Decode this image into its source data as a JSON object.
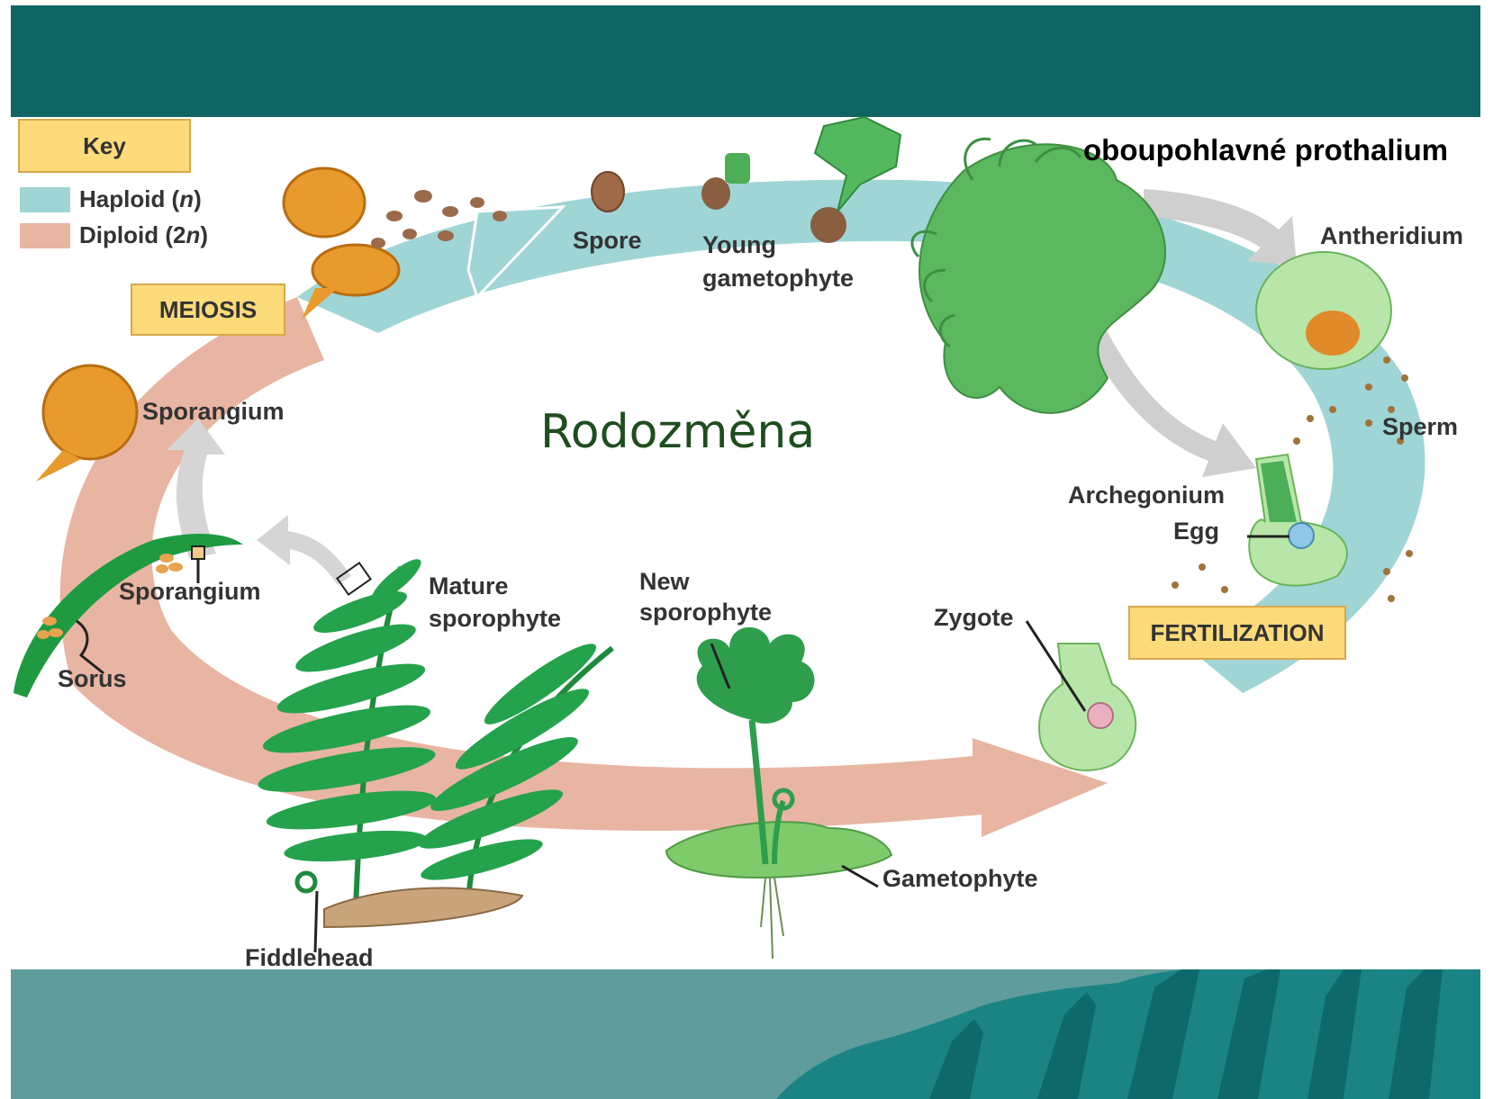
{
  "title": "Rodozměna",
  "corner_label": "oboupohlavné prothalium",
  "key": {
    "heading": "Key",
    "items": [
      {
        "label_main": "Haploid (",
        "label_var": "n",
        "label_end": ")",
        "color": "#9fd5d5"
      },
      {
        "label_main": "Diploid (2",
        "label_var": "n",
        "label_end": ")",
        "color": "#e8b5a2"
      }
    ]
  },
  "stage_boxes": {
    "meiosis": "MEIOSIS",
    "fertilization": "FERTILIZATION"
  },
  "labels": {
    "spore": "Spore",
    "young_gametophyte_1": "Young",
    "young_gametophyte_2": "gametophyte",
    "antheridium": "Antheridium",
    "sperm": "Sperm",
    "archegonium": "Archegonium",
    "egg": "Egg",
    "zygote": "Zygote",
    "new_sporophyte_1": "New",
    "new_sporophyte_2": "sporophyte",
    "gametophyte": "Gametophyte",
    "mature_sporophyte_1": "Mature",
    "mature_sporophyte_2": "sporophyte",
    "fiddlehead": "Fiddlehead",
    "sorus": "Sorus",
    "sporangium_1": "Sporangium",
    "sporangium_2": "Sporangium"
  },
  "colors": {
    "haploid": "#9fd5d5",
    "diploid": "#e8b5a2",
    "band_top": "#0f6464",
    "band_bottom": "#5f9c9c",
    "plant_green": "#2e9e4c",
    "sporangium_orange": "#e89a2c"
  }
}
